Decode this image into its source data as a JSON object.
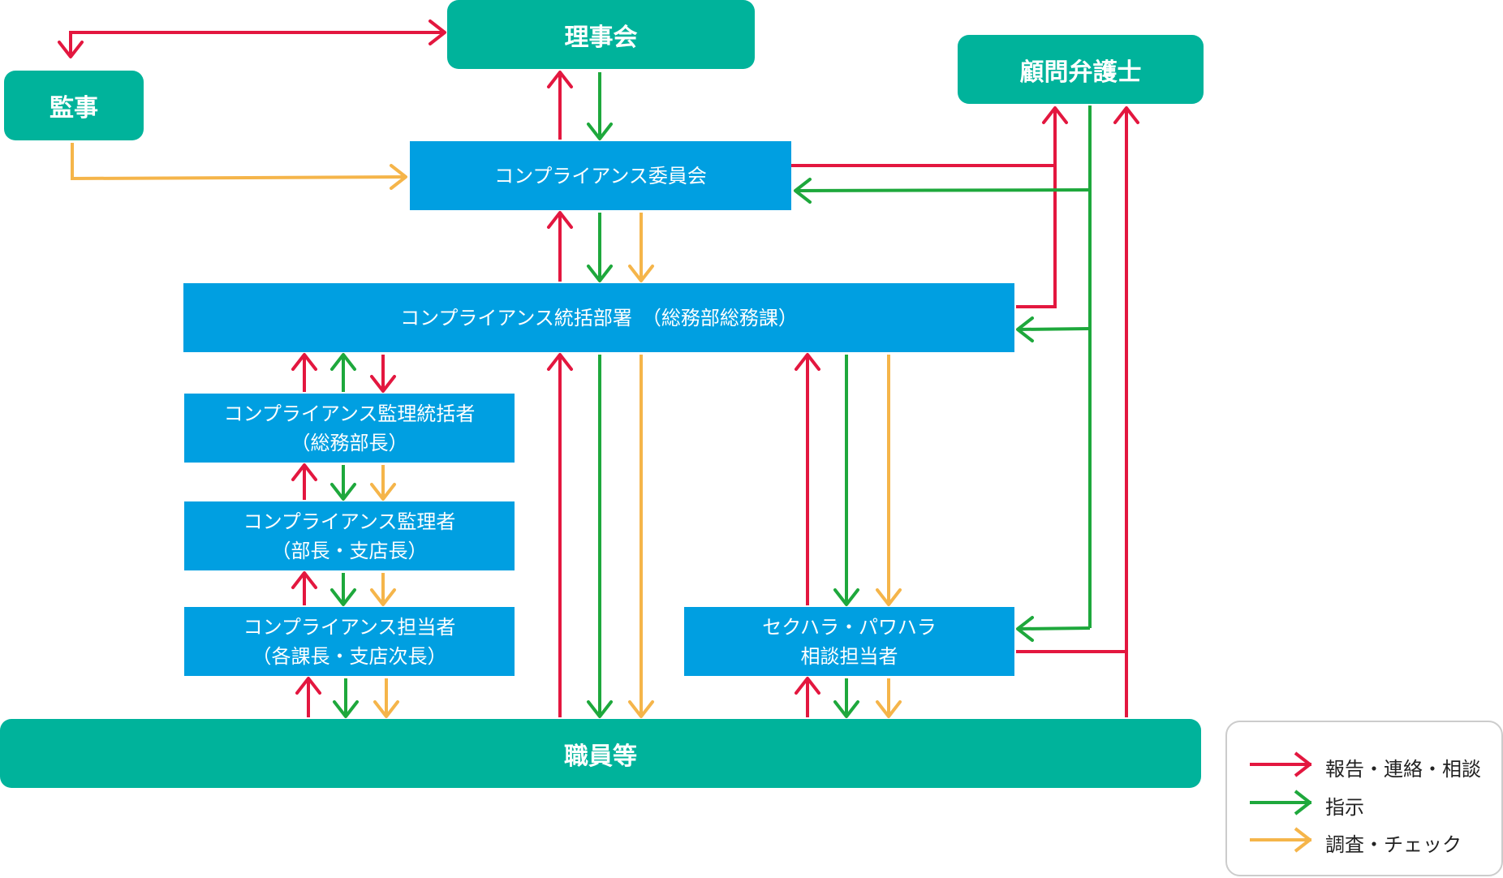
{
  "nodes": {
    "board": "理事会",
    "auditor": "監事",
    "lawyer": "顧問弁護士",
    "committee": "コンプライアンス委員会",
    "dept": "コンプライアンス統括部署　（総務部総務課）",
    "chief_supervisor": [
      "コンプライアンス監理統括者",
      "（総務部長）"
    ],
    "supervisor": [
      "コンプライアンス監理者",
      "（部長・支店長）"
    ],
    "officer": [
      "コンプライアンス担当者",
      "（各課長・支店次長）"
    ],
    "harassment": [
      "セクハラ・パワハラ",
      "相談担当者"
    ],
    "staff": "職員等"
  },
  "legend": {
    "report": "報告・連絡・相談",
    "instruct": "指示",
    "check": "調査・チェック"
  },
  "colors": {
    "green_box": "#00b39b",
    "blue_box": "#009fe1",
    "report_arrow": "#e3173f",
    "instruct_arrow": "#1ea83c",
    "check_arrow": "#f5b54a"
  }
}
